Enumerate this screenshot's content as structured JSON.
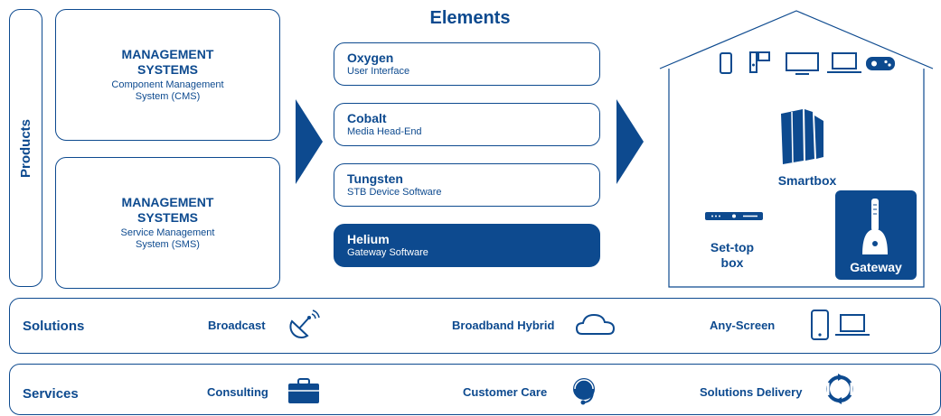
{
  "products": {
    "label": "Products"
  },
  "management": [
    {
      "title_line1": "MANAGEMENT",
      "title_line2": "SYSTEMS",
      "subtitle_line1": "Component Management",
      "subtitle_line2": "System (CMS)"
    },
    {
      "title_line1": "MANAGEMENT",
      "title_line2": "SYSTEMS",
      "subtitle_line1": "Service Management",
      "subtitle_line2": "System (SMS)"
    }
  ],
  "elements": {
    "title": "Elements",
    "items": [
      {
        "name": "Oxygen",
        "desc": "User Interface"
      },
      {
        "name": "Cobalt",
        "desc": "Media Head-End"
      },
      {
        "name": "Tungsten",
        "desc": "STB Device Software"
      },
      {
        "name": "Helium",
        "desc": "Gateway Software"
      }
    ]
  },
  "home": {
    "device_icons": [
      "smartphone-icon",
      "camera-icon",
      "tv-icon",
      "laptop-icon",
      "gamepad-icon"
    ],
    "smartbox_label": "Smartbox",
    "settop_label_line1": "Set-top",
    "settop_label_line2": "box",
    "gateway_label": "Gateway"
  },
  "solutions": {
    "title": "Solutions",
    "items": [
      {
        "label": "Broadcast",
        "icon": "satellite-dish-icon"
      },
      {
        "label": "Broadband Hybrid",
        "icon": "cloud-icon"
      },
      {
        "label": "Any-Screen",
        "icon": "phone-laptop-icon"
      }
    ]
  },
  "services": {
    "title": "Services",
    "items": [
      {
        "label": "Consulting",
        "icon": "briefcase-icon"
      },
      {
        "label": "Customer Care",
        "icon": "headset-icon"
      },
      {
        "label": "Solutions Delivery",
        "icon": "cycle-arrows-icon"
      }
    ]
  },
  "colors": {
    "primary": "#0d4a8f",
    "background": "#ffffff"
  }
}
